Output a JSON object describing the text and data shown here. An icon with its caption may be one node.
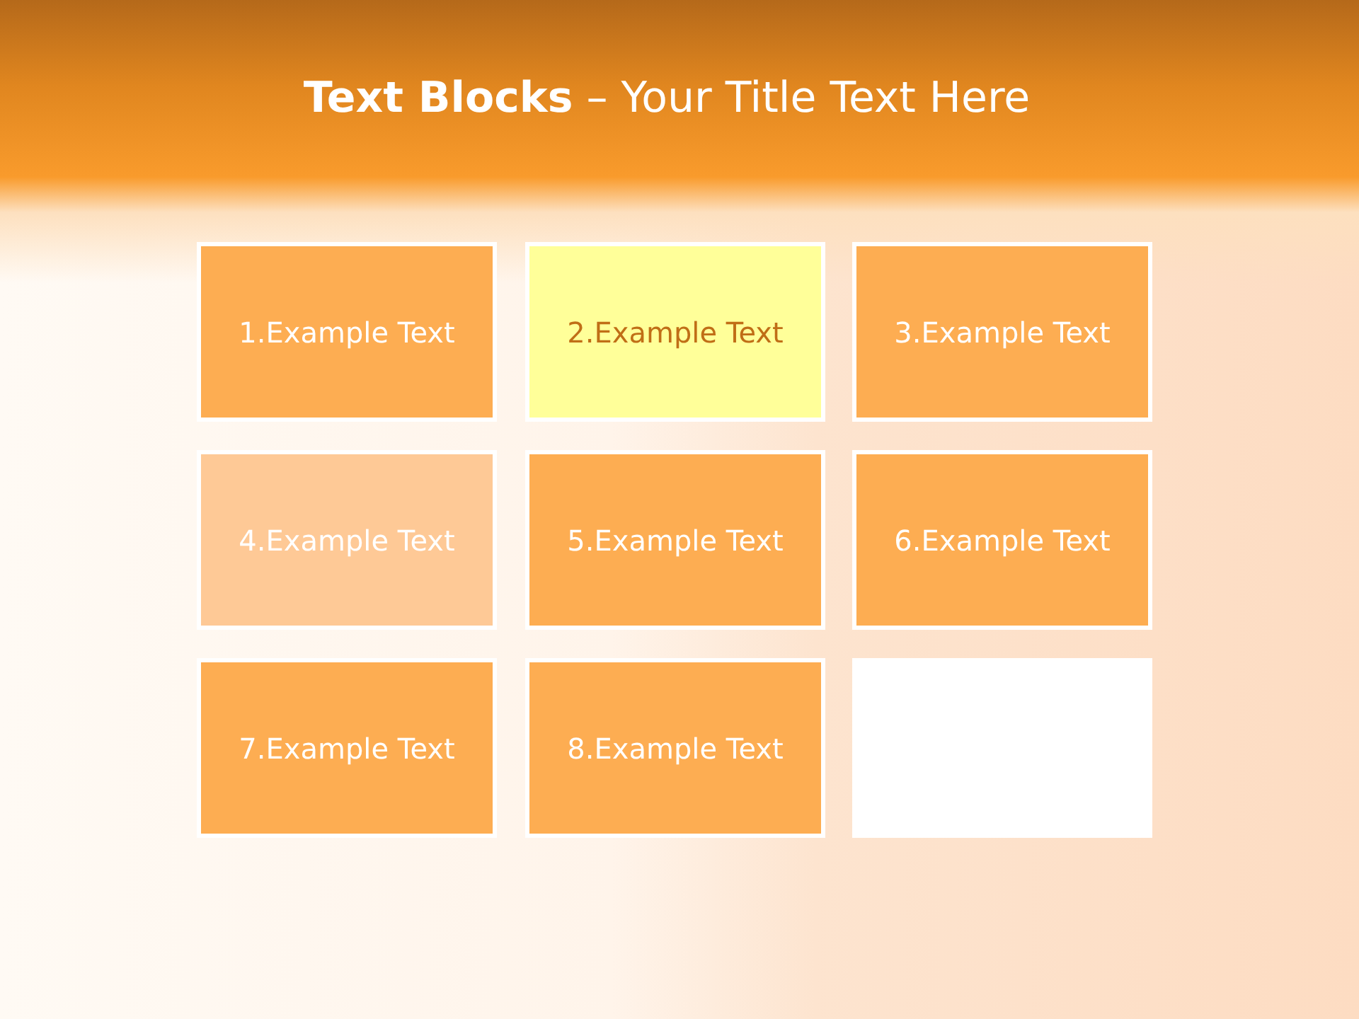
{
  "diagram": {
    "title": "**Text Blocks** – Your Title Text Here",
    "nodes": [
      {
        "text": [
          "1.Example Text"
        ]
      },
      {
        "text": [
          "2.Example Text"
        ]
      },
      {
        "text": [
          "3.Example Text"
        ]
      },
      {
        "text": [
          "4.Example Text"
        ]
      },
      {
        "text": [
          "5.Example Text"
        ]
      },
      {
        "text": [
          "6.Example Text"
        ]
      },
      {
        "text": [
          "7.Example Text"
        ]
      },
      {
        "text": [
          "8.Example Text"
        ]
      },
      {
        "text": [],
        "shape": "box"
      }
    ]
  }
}
